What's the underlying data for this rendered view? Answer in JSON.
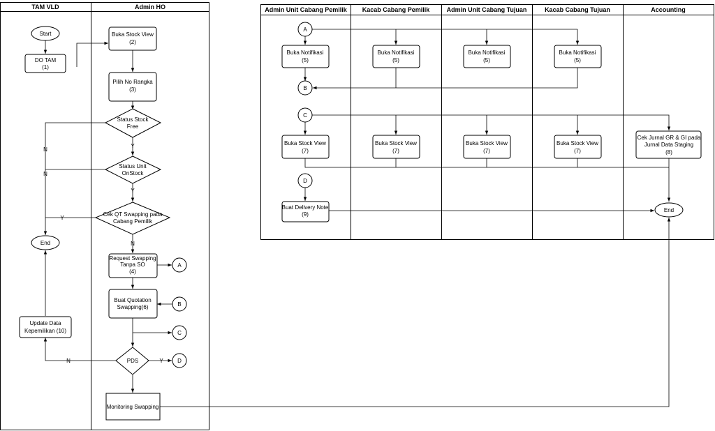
{
  "left_diagram": {
    "lanes": {
      "tam_vld": "TAM VLD",
      "admin_ho": "Admin HO"
    },
    "nodes": {
      "start": "Start",
      "do_tam": [
        "DO TAM",
        "(1)"
      ],
      "buka_stock_view": [
        "Buka Stock View",
        "(2)"
      ],
      "pilih_no_rangka": [
        "Pilih No Rangka",
        "(3)"
      ],
      "status_stock_free": [
        "Status Stock",
        "Free"
      ],
      "status_unit_onstock": [
        "Status Unit",
        "OnStock"
      ],
      "cek_qt_swapping": [
        "Cek QT Swapping pada",
        "Cabang Pemilik"
      ],
      "end": "End",
      "request_swapping": [
        "Request Swapping",
        "Tanpa SO",
        "(4)"
      ],
      "buat_quotation": [
        "Buat Quotation",
        "Swapping(6)"
      ],
      "pds": "PDS",
      "monitoring_swapping": "Monitoring Swapping",
      "update_data": [
        "Update Data",
        "Kepemilikan (10)"
      ]
    },
    "connectors": {
      "a": "A",
      "b": "B",
      "c": "C",
      "d": "D"
    },
    "edge_labels": {
      "y": "Y",
      "n": "N"
    }
  },
  "right_diagram": {
    "lanes": [
      "Admin Unit Cabang Pemilik",
      "Kacab Cabang Pemilik",
      "Admin Unit Cabang Tujuan",
      "Kacab Cabang Tujuan",
      "Accounting"
    ],
    "connectors": {
      "a": "A",
      "b": "B",
      "c": "C",
      "d": "D"
    },
    "nodes": {
      "buka_notifikasi": [
        "Buka Notifikasi",
        "(5)"
      ],
      "buka_stock_view": [
        "Buka Stock View",
        "(7)"
      ],
      "cek_jurnal": [
        "Cek Jurnal GR & GI pada",
        "Jurnal Data Staging",
        "(8)"
      ],
      "buat_delivery_note": [
        "Buat Delivery Note",
        "(9)"
      ],
      "end": "End"
    }
  }
}
